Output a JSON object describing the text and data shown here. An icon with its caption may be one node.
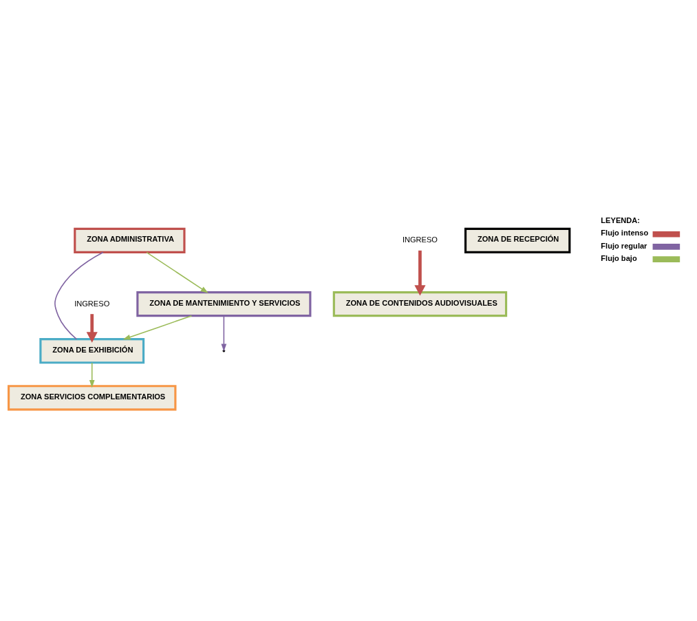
{
  "diagram": {
    "nodes": [
      {
        "text": [
          "ZONA ADMINISTRATIVA"
        ]
      },
      {
        "text": [
          "ZONA DE CONTENIDOS AUDIOVISUALES"
        ]
      },
      {
        "text": [
          "ZONA DE MANTENIMIENTO Y SERVICIOS"
        ]
      },
      {
        "text": [
          "ZONA DE RECEPCIÓN"
        ]
      },
      {
        "text": [
          "ZONA DE EXHIBICIÓN"
        ]
      },
      {
        "text": [
          "ZONA SERVICIOS COMPLEMENTARIOS"
        ]
      },
      {
        "text": [
          "INGRESO"
        ]
      },
      {
        "text": [
          "INGRESO"
        ]
      }
    ],
    "edges": [
      {
        "from": 0,
        "to": 2,
        "arrow": "to",
        "color": "#9bbb59"
      },
      {
        "from": 0,
        "to": 4,
        "arrow": "none",
        "color": "#8064a2"
      },
      {
        "from": 2,
        "to": null,
        "arrow": "to",
        "color": "#8064a2"
      },
      {
        "from": 2,
        "to": 4,
        "arrow": "to",
        "color": "#9bbb59"
      },
      {
        "from": 6,
        "to": 4,
        "arrow": "to",
        "color": "#c0504d",
        "style": "thick"
      },
      {
        "from": 7,
        "to": 1,
        "arrow": "to",
        "color": "#c0504d",
        "style": "thick"
      },
      {
        "from": 4,
        "to": 5,
        "arrow": "to",
        "color": "#9bbb59"
      }
    ],
    "labels": [
      "LEYENDA:"
    ],
    "legend": [
      {
        "text": "Flujo intenso"
      },
      {
        "text": "Flujo regular"
      },
      {
        "text": "Flujo bajo"
      }
    ]
  }
}
